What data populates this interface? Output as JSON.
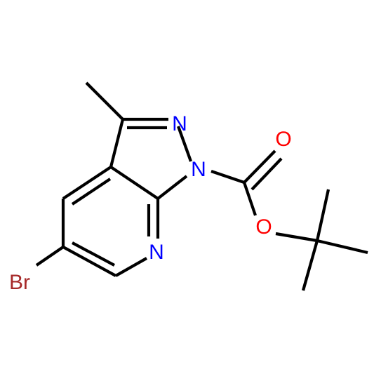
{
  "molecule": {
    "colors": {
      "carbon_bond": "#000000",
      "nitrogen": "#0000FF",
      "oxygen": "#FF0000",
      "bromine": "#A62929"
    },
    "labels": {
      "n2": "N",
      "n1": "N",
      "n7": "N",
      "o_carbonyl": "O",
      "o_ester": "O",
      "br": "Br"
    }
  }
}
